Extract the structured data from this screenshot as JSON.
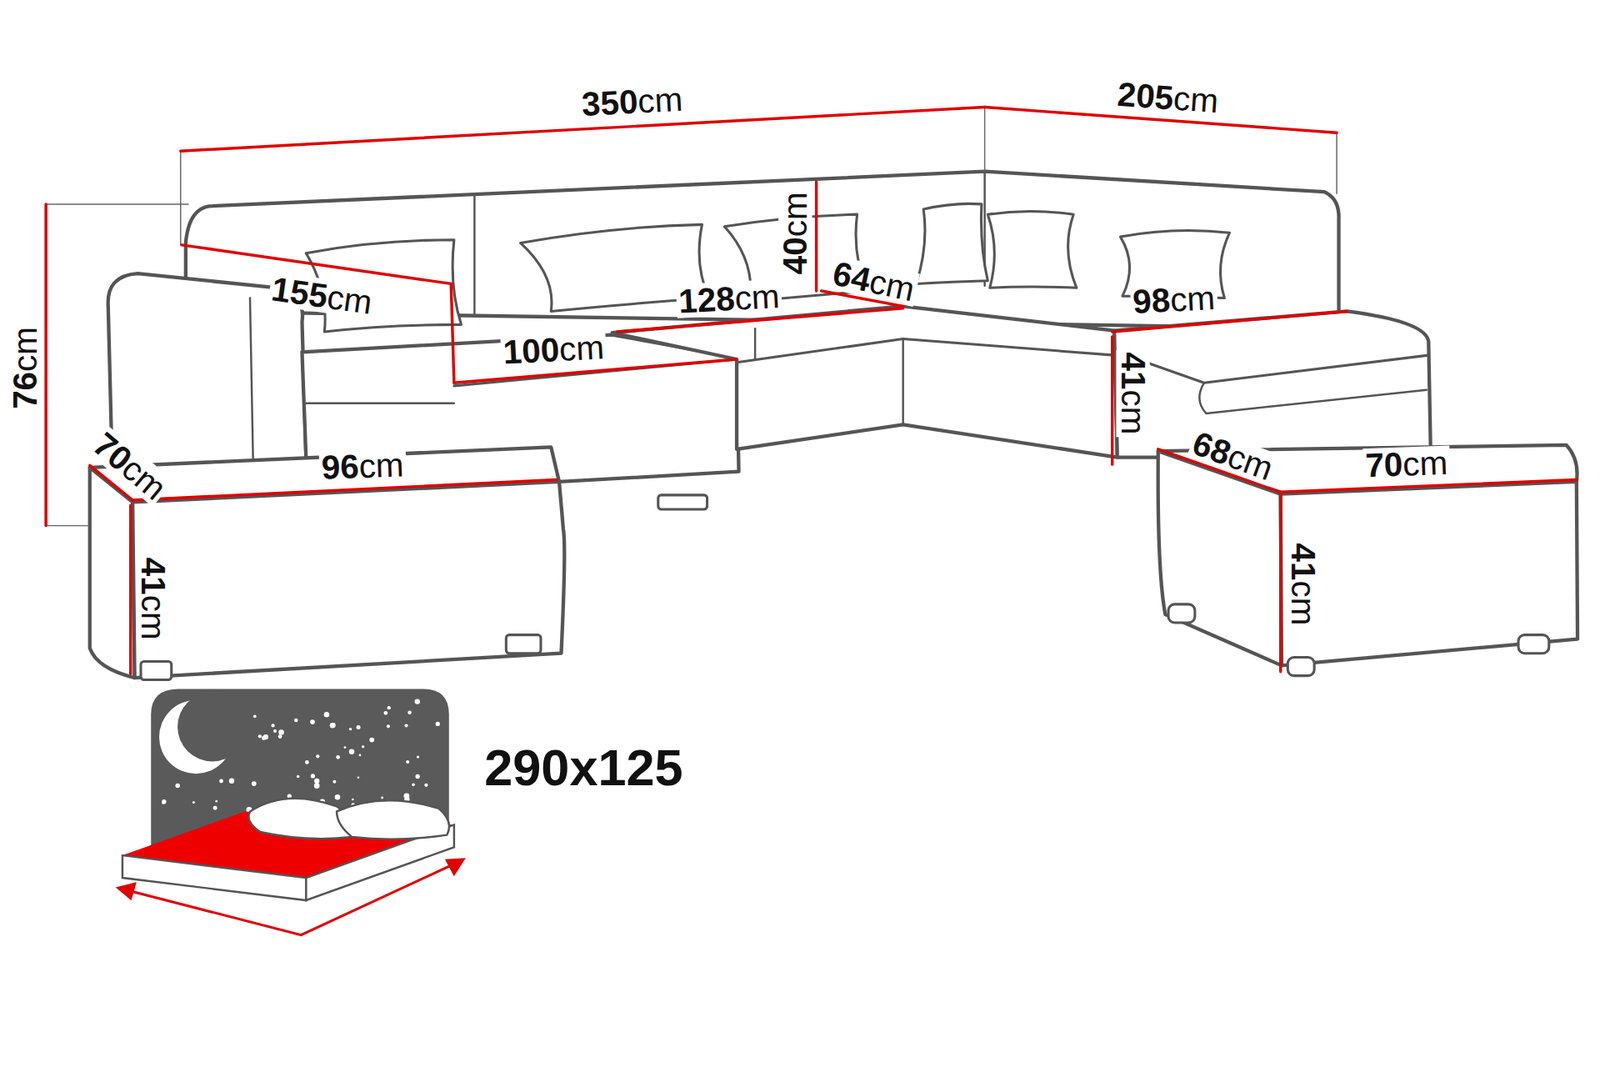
{
  "diagram": {
    "labels": [
      "350cm",
      "205cm",
      "76cm",
      "155cm",
      "40cm",
      "128cm",
      "64cm",
      "98cm",
      "100cm",
      "41cm",
      "70cm",
      "96cm",
      "68cm",
      "70cm",
      "41cm",
      "41cm",
      "290x125"
    ]
  }
}
